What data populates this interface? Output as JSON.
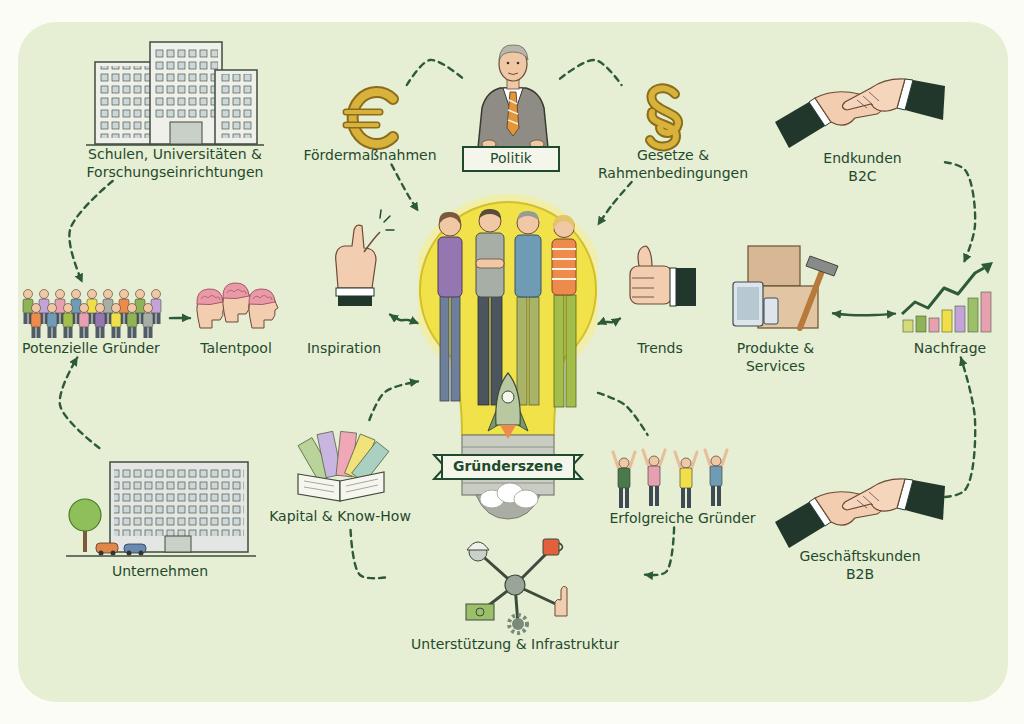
{
  "diagram": {
    "nodes": [
      {
        "text": [
          "Schulen, Universitäten & Forschungseinrichtungen"
        ]
      },
      {
        "text": [
          "Fördermaßnahmen"
        ]
      },
      {
        "text": [
          "Politik"
        ]
      },
      {
        "text": [
          "Gesetze & Rahmenbedingungen"
        ]
      },
      {
        "text": [
          "Endkunden B2C"
        ]
      },
      {
        "text": [
          "Potenzielle Gründer"
        ]
      },
      {
        "text": [
          "Talentpool"
        ]
      },
      {
        "text": [
          "Inspiration"
        ]
      },
      {
        "text": [
          "Gründerszene"
        ]
      },
      {
        "text": [
          "Trends"
        ]
      },
      {
        "text": [
          "Produkte & Services"
        ]
      },
      {
        "text": [
          "Nachfrage"
        ]
      },
      {
        "text": [
          "Kapital & Know-How"
        ]
      },
      {
        "text": [
          "Erfolgreiche Gründer"
        ]
      },
      {
        "text": [
          "Unternehmen"
        ]
      },
      {
        "text": [
          "Geschäftskunden B2B"
        ]
      },
      {
        "text": [
          "Unterstützung & Infrastruktur"
        ]
      }
    ],
    "edges": [
      {
        "from": 0,
        "to": 5,
        "arrow": "to"
      },
      {
        "from": 14,
        "to": 5,
        "arrow": "to"
      },
      {
        "from": 5,
        "to": 6,
        "arrow": "to"
      },
      {
        "from": 2,
        "to": 1,
        "arrow": "none"
      },
      {
        "from": 2,
        "to": 3,
        "arrow": "none"
      },
      {
        "from": 1,
        "to": 8,
        "arrow": "to"
      },
      {
        "from": 3,
        "to": 8,
        "arrow": "to"
      },
      {
        "from": 7,
        "to": 8,
        "arrow": "both"
      },
      {
        "from": 8,
        "to": 9,
        "arrow": "both"
      },
      {
        "from": 10,
        "to": 11,
        "arrow": "both"
      },
      {
        "from": 4,
        "to": 11,
        "arrow": "to"
      },
      {
        "from": 15,
        "to": 11,
        "arrow": "to"
      },
      {
        "from": 12,
        "to": 8,
        "arrow": "to"
      },
      {
        "from": 8,
        "to": 13,
        "arrow": "none"
      },
      {
        "from": 13,
        "to": 16,
        "arrow": "to"
      },
      {
        "from": 16,
        "to": 12,
        "arrow": "none"
      }
    ]
  }
}
